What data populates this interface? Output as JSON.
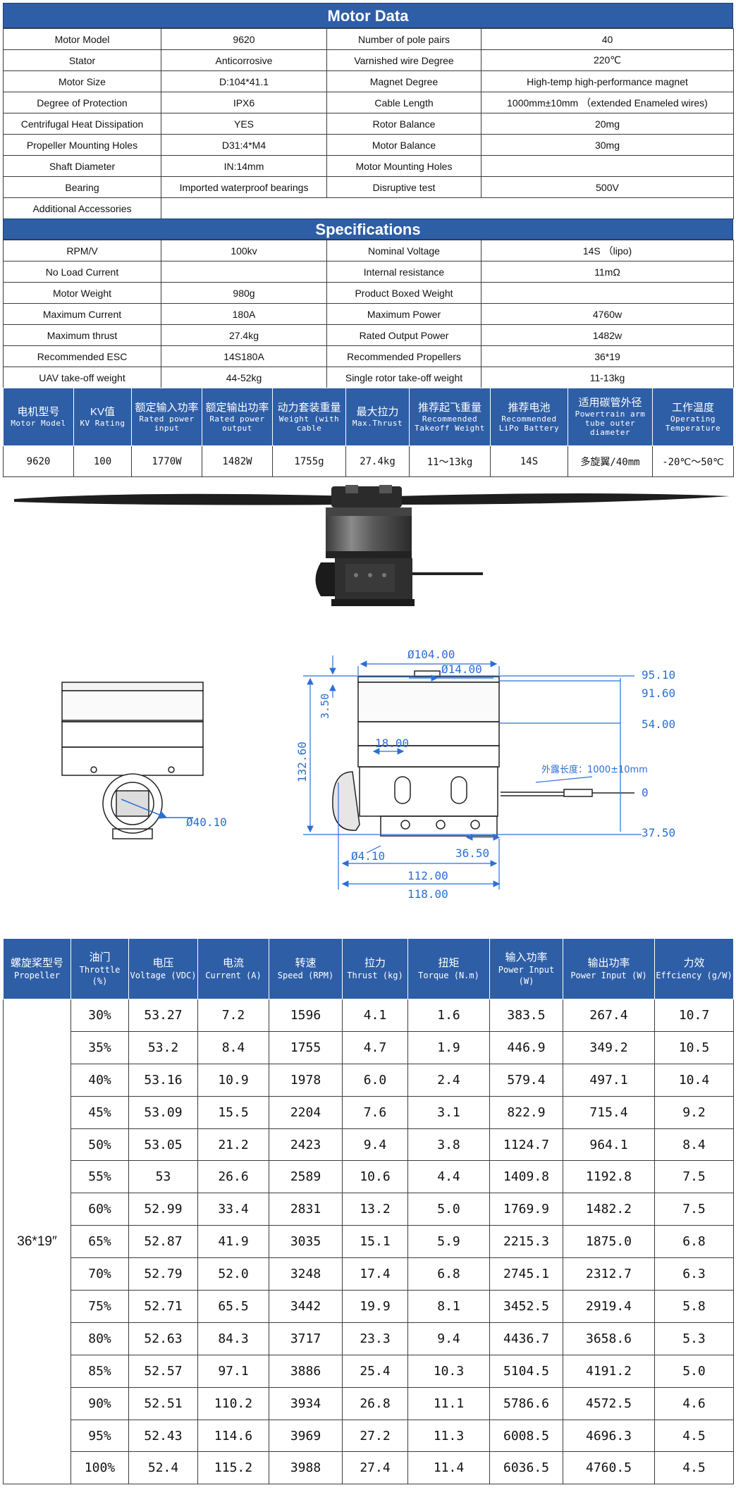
{
  "motor_data": {
    "title": "Motor Data",
    "rows": [
      [
        "Motor Model",
        "9620",
        "Number of pole pairs",
        "40"
      ],
      [
        "Stator",
        "Anticorrosive",
        "Varnished wire Degree",
        "220℃"
      ],
      [
        "Motor Size",
        "D:104*41.1",
        "Magnet Degree",
        "High-temp high-performance magnet"
      ],
      [
        "Degree of Protection",
        "IPX6",
        "Cable Length",
        "1000mm±10mm （extended Enameled wires)"
      ],
      [
        "Centrifugal Heat Dissipation",
        "YES",
        "Rotor Balance",
        "20mg"
      ],
      [
        "Propeller Mounting Holes",
        "D31:4*M4",
        "Motor Balance",
        "30mg"
      ],
      [
        "Shaft Diameter",
        "IN:14mm",
        "Motor Mounting Holes",
        ""
      ],
      [
        "Bearing",
        "Imported waterproof bearings",
        "Disruptive test",
        "500V"
      ]
    ],
    "accessories_label": "Additional Accessories",
    "accessories_value": ""
  },
  "specifications": {
    "title": "Specifications",
    "rows": [
      [
        "RPM/V",
        "100kv",
        "Nominal Voltage",
        "14S （lipo)"
      ],
      [
        "No Load Current",
        "",
        "Internal resistance",
        "11mΩ"
      ],
      [
        "Motor Weight",
        "980g",
        "Product Boxed Weight",
        ""
      ],
      [
        "Maximum Current",
        "180A",
        "Maximum Power",
        "4760w"
      ],
      [
        "Maximum thrust",
        "27.4kg",
        "Rated Output Power",
        "1482w"
      ],
      [
        "Recommended ESC",
        "14S180A",
        "Recommended Propellers",
        "36*19"
      ],
      [
        "UAV take-off weight",
        "44-52kg",
        "Single rotor take-off weight",
        "11-13kg"
      ]
    ]
  },
  "summary": {
    "headers": [
      {
        "cn": "电机型号",
        "en": "Motor Model"
      },
      {
        "cn": "KV值",
        "en": "KV Rating"
      },
      {
        "cn": "额定输入功率",
        "en": "Rated power input"
      },
      {
        "cn": "额定输出功率",
        "en": "Rated power output"
      },
      {
        "cn": "动力套装重量",
        "en": "Weight (with cable"
      },
      {
        "cn": "最大拉力",
        "en": "Max.Thrust"
      },
      {
        "cn": "推荐起飞重量",
        "en": "Recommended Takeoff Weight"
      },
      {
        "cn": "推荐电池",
        "en": "Recommended LiPo Battery"
      },
      {
        "cn": "适用碳管外径",
        "en": "Powertrain arm tube outer diameter"
      },
      {
        "cn": "工作温度",
        "en": "Operating Temperature"
      }
    ],
    "values": [
      "9620",
      "100",
      "1770W",
      "1482W",
      "1755g",
      "27.4kg",
      "11～13kg",
      "14S",
      "多旋翼/40mm",
      "-20℃～50℃"
    ]
  },
  "drawing": {
    "dims": {
      "d104": "Ø104.00",
      "d14": "Ø14.00",
      "h9510": "95.10",
      "h9160": "91.60",
      "h5400": "54.00",
      "h3750": "37.50",
      "zero": "0",
      "h350": "3.50",
      "h13260": "132.60",
      "w1800": "18.00",
      "cable": "外露长度：1000±10mm",
      "d410": "Ø4.10",
      "w3650": "36.50",
      "w11200": "112.00",
      "w11800": "118.00",
      "d4010": "Ø40.10"
    }
  },
  "performance": {
    "headers": [
      {
        "cn": "螺旋桨型号",
        "en": "Propeller"
      },
      {
        "cn": "油门",
        "en": "Throttle (%)"
      },
      {
        "cn": "电压",
        "en": "Voltage (VDC)"
      },
      {
        "cn": "电流",
        "en": "Current (A)"
      },
      {
        "cn": "转速",
        "en": "Speed (RPM)"
      },
      {
        "cn": "拉力",
        "en": "Thrust (kg)"
      },
      {
        "cn": "扭矩",
        "en": "Torque (N.m)"
      },
      {
        "cn": "输入功率",
        "en": "Power Input (W)"
      },
      {
        "cn": "输出功率",
        "en": "Power Input (W)"
      },
      {
        "cn": "力效",
        "en": "Effciency (g/W)"
      }
    ],
    "propeller": "36*19″",
    "rows": [
      [
        "30%",
        "53.27",
        "7.2",
        "1596",
        "4.1",
        "1.6",
        "383.5",
        "267.4",
        "10.7"
      ],
      [
        "35%",
        "53.2",
        "8.4",
        "1755",
        "4.7",
        "1.9",
        "446.9",
        "349.2",
        "10.5"
      ],
      [
        "40%",
        "53.16",
        "10.9",
        "1978",
        "6.0",
        "2.4",
        "579.4",
        "497.1",
        "10.4"
      ],
      [
        "45%",
        "53.09",
        "15.5",
        "2204",
        "7.6",
        "3.1",
        "822.9",
        "715.4",
        "9.2"
      ],
      [
        "50%",
        "53.05",
        "21.2",
        "2423",
        "9.4",
        "3.8",
        "1124.7",
        "964.1",
        "8.4"
      ],
      [
        "55%",
        "53",
        "26.6",
        "2589",
        "10.6",
        "4.4",
        "1409.8",
        "1192.8",
        "7.5"
      ],
      [
        "60%",
        "52.99",
        "33.4",
        "2831",
        "13.2",
        "5.0",
        "1769.9",
        "1482.2",
        "7.5"
      ],
      [
        "65%",
        "52.87",
        "41.9",
        "3035",
        "15.1",
        "5.9",
        "2215.3",
        "1875.0",
        "6.8"
      ],
      [
        "70%",
        "52.79",
        "52.0",
        "3248",
        "17.4",
        "6.8",
        "2745.1",
        "2312.7",
        "6.3"
      ],
      [
        "75%",
        "52.71",
        "65.5",
        "3442",
        "19.9",
        "8.1",
        "3452.5",
        "2919.4",
        "5.8"
      ],
      [
        "80%",
        "52.63",
        "84.3",
        "3717",
        "23.3",
        "9.4",
        "4436.7",
        "3658.6",
        "5.3"
      ],
      [
        "85%",
        "52.57",
        "97.1",
        "3886",
        "25.4",
        "10.3",
        "5104.5",
        "4191.2",
        "5.0"
      ],
      [
        "90%",
        "52.51",
        "110.2",
        "3934",
        "26.8",
        "11.1",
        "5786.6",
        "4572.5",
        "4.6"
      ],
      [
        "95%",
        "52.43",
        "114.6",
        "3969",
        "27.2",
        "11.3",
        "6008.5",
        "4696.3",
        "4.5"
      ],
      [
        "100%",
        "52.4",
        "115.2",
        "3988",
        "27.4",
        "11.4",
        "6036.5",
        "4760.5",
        "4.5"
      ]
    ]
  }
}
